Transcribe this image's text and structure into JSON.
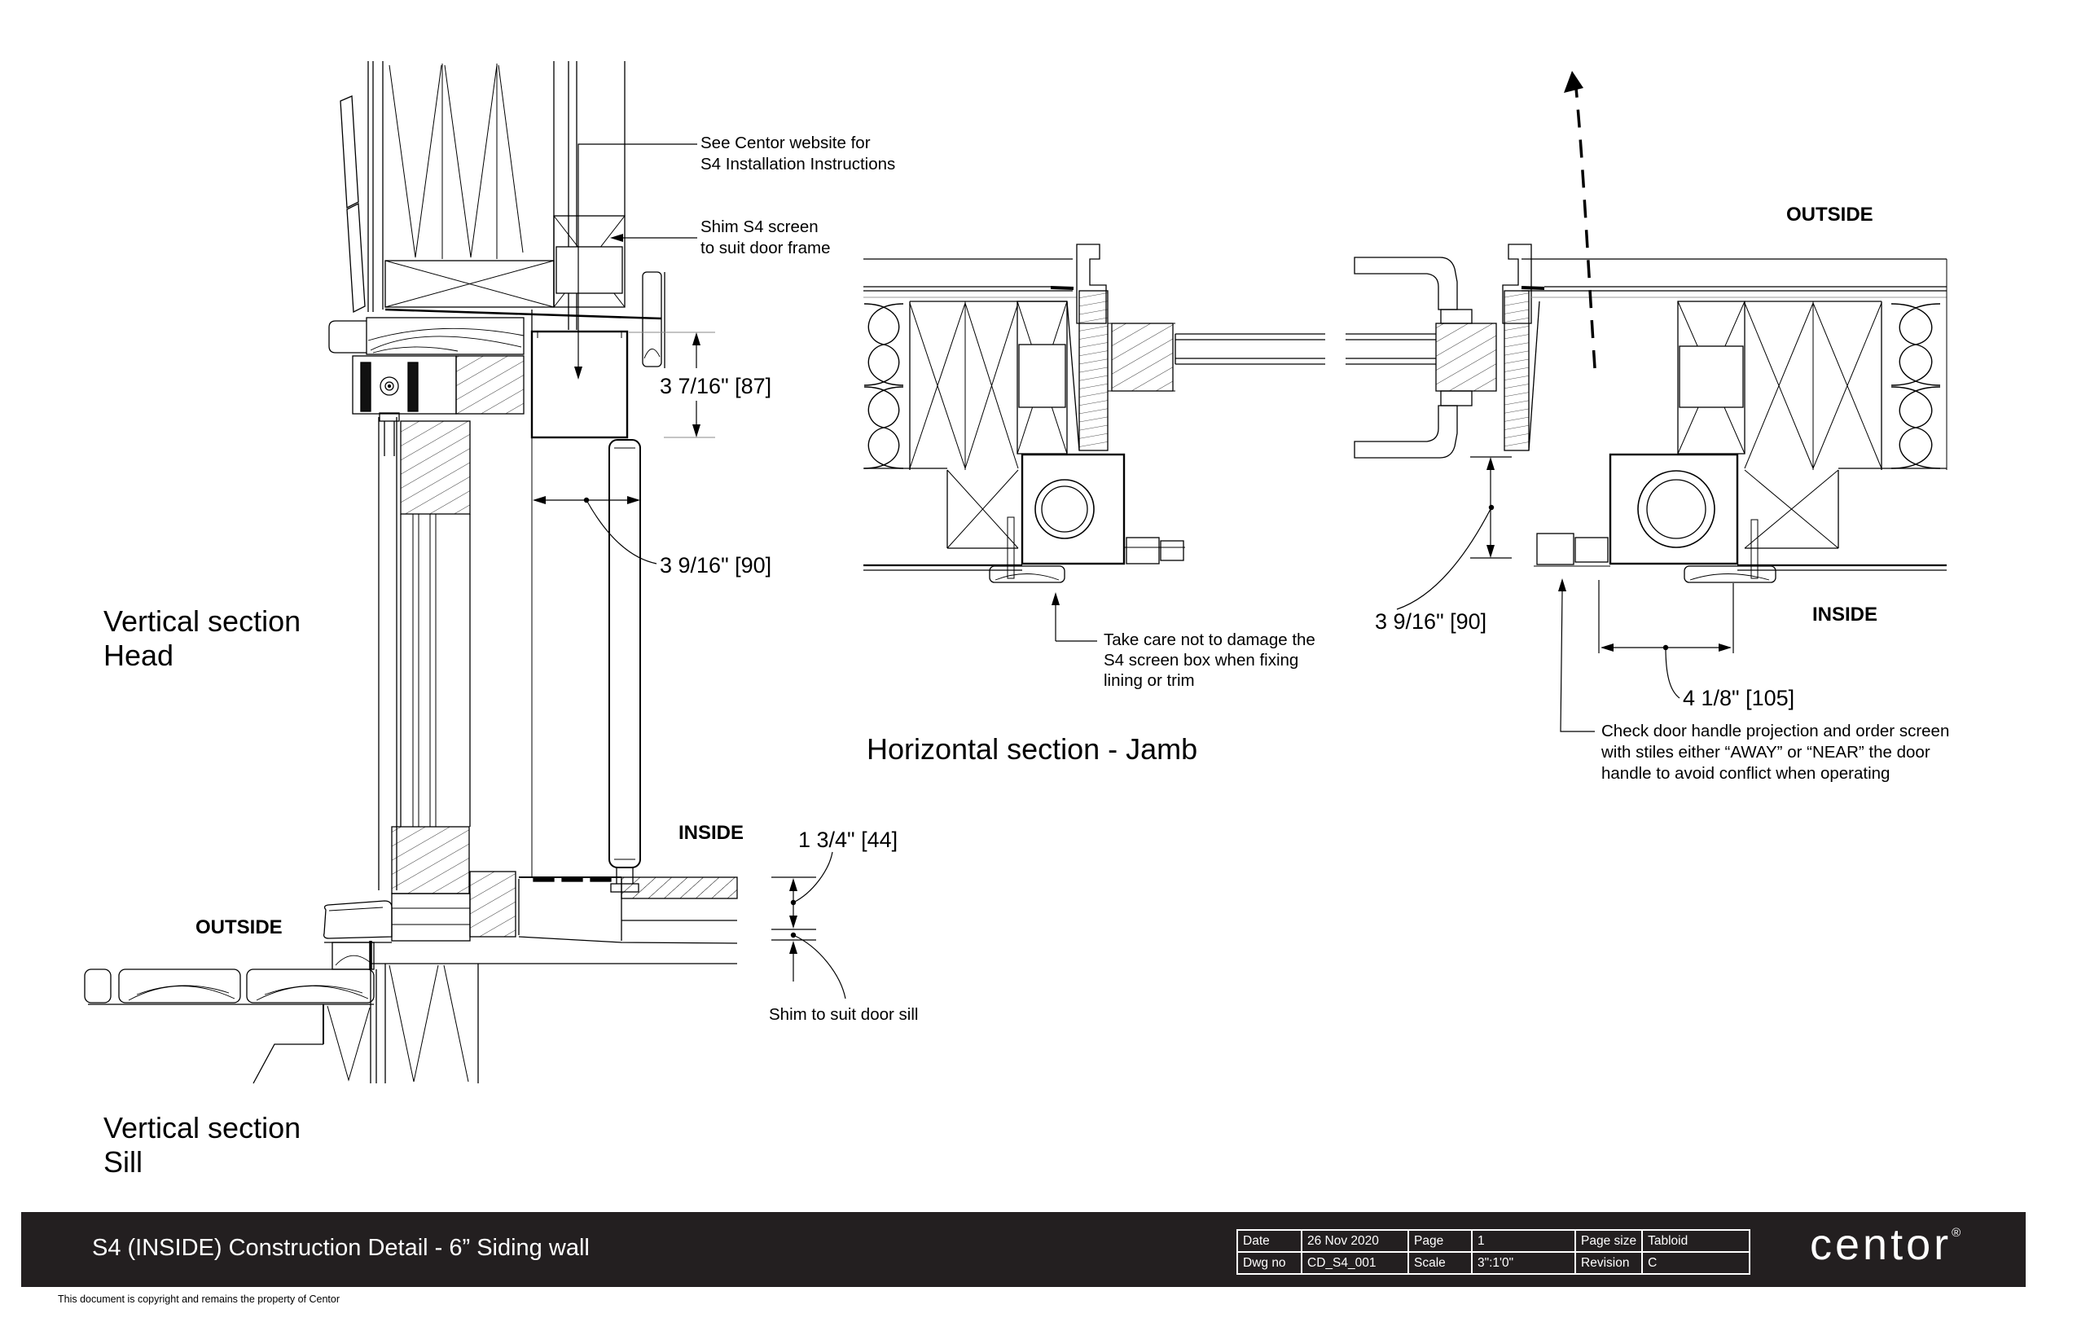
{
  "title_block": {
    "title": "S4 (INSIDE) Construction Detail - 6” Siding wall",
    "copyright": "This document is copyright and remains the property of Centor",
    "logo": {
      "text": "centor",
      "registered": "®"
    },
    "table": {
      "cells": [
        [
          "Date",
          "26 Nov 2020",
          "Page",
          "1",
          "Page size",
          "Tabloid"
        ],
        [
          "Dwg no",
          "CD_S4_001",
          "Scale",
          "3\":1'0\"",
          "Revision",
          "C"
        ]
      ]
    }
  },
  "sections": {
    "head": [
      "Vertical section",
      "Head"
    ],
    "sill": [
      "Vertical section",
      "Sill"
    ],
    "jamb": "Horizontal section - Jamb"
  },
  "labels": {
    "inside_head": "INSIDE",
    "outside_sill": "OUTSIDE",
    "outside_jamb": "OUTSIDE",
    "inside_jamb": "INSIDE"
  },
  "annotations": {
    "see_website": [
      "See Centor website for",
      "S4 Installation Instructions"
    ],
    "shim_screen": [
      "Shim S4 screen",
      "to suit door frame"
    ],
    "take_care": [
      "Take care not to damage the",
      "S4 screen box when fixing",
      "lining or trim"
    ],
    "check_handle": [
      "Check door handle projection and order screen",
      "with stiles either “AWAY” or “NEAR” the door",
      "handle to avoid conflict when operating"
    ],
    "shim_sill": "Shim to suit door sill"
  },
  "dimensions": {
    "head_screen_height": "3 7/16\" [87]",
    "head_screen_depth": "3 9/16\" [90]",
    "sill_height": "1 3/4\" [44]",
    "jamb_screen_depth": "3 9/16\" [90]",
    "jamb_screen_width": "4 1/8\" [105]"
  },
  "colors": {
    "line": "#000000",
    "bar_bg": "#231f20",
    "bar_text": "#ffffff",
    "paper": "#ffffff"
  }
}
